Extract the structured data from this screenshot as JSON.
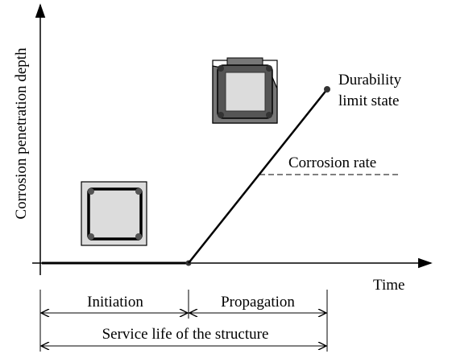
{
  "diagram": {
    "y_axis_label": "Corrosion penetration depth",
    "x_axis_label": "Time",
    "annotations": {
      "limit_state_line1": "Durability",
      "limit_state_line2": "limit state",
      "corrosion_rate": "Corrosion rate"
    },
    "phases": {
      "initiation": "Initiation",
      "propagation": "Propagation",
      "service_life": "Service life of the structure"
    }
  }
}
